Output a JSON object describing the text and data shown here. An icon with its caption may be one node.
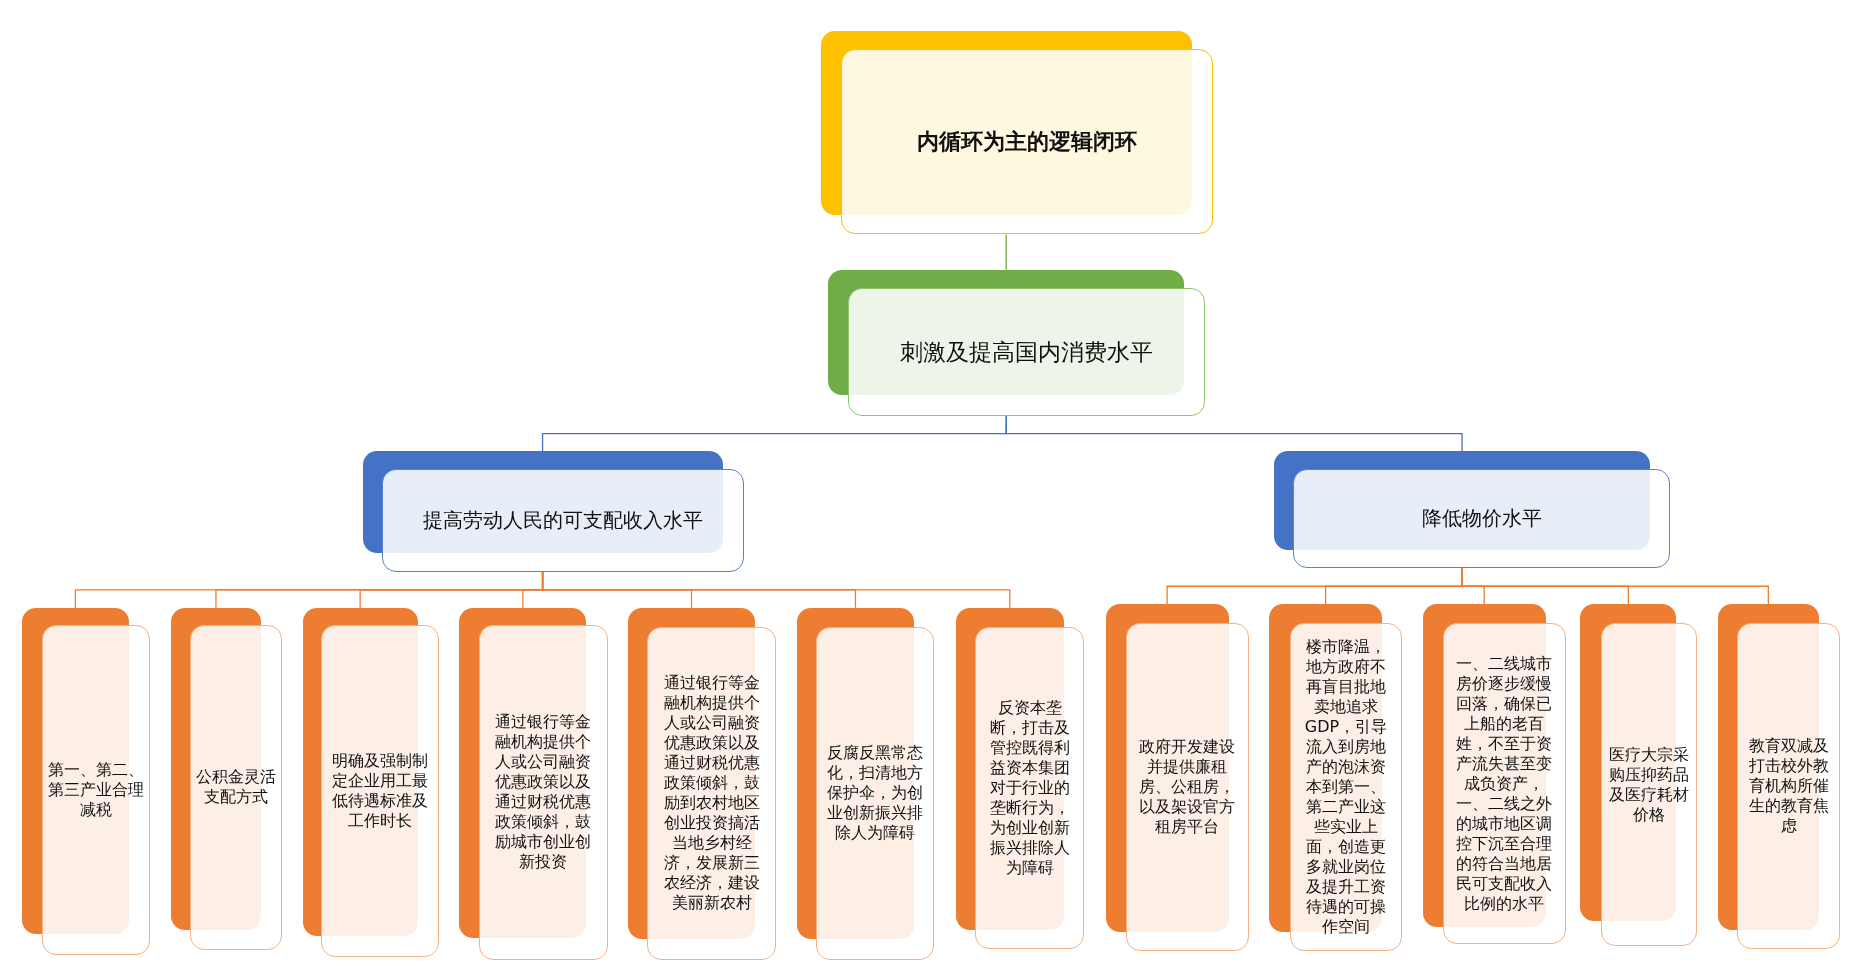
{
  "diagram": {
    "nodes": [
      {
        "text": [
          "内循环为主的逻辑闭环"
        ]
      },
      {
        "text": [
          "刺激及提高国内消费水平"
        ]
      },
      {
        "text": [
          "提高劳动人民的可支配收入水平"
        ]
      },
      {
        "text": [
          "降低物价水平"
        ]
      },
      {
        "text": [
          "第一、第二、第三产业合理减税"
        ]
      },
      {
        "text": [
          "公积金灵活支配方式"
        ]
      },
      {
        "text": [
          "明确及强制制定企业用工最低待遇标准及工作时长"
        ]
      },
      {
        "text": [
          "通过银行等金融机构提供个人或公司融资优惠政策以及通过财税优惠政策倾斜，鼓励城市创业创新投资"
        ]
      },
      {
        "text": [
          "通过银行等金融机构提供个人或公司融资优惠政策以及通过财税优惠政策倾斜，鼓励到农村地区创业投资搞活当地乡村经济，发展新三农经济，建设美丽新农村"
        ]
      },
      {
        "text": [
          "反腐反黑常态化，扫清地方保护伞，为创业创新振兴排除人为障碍"
        ]
      },
      {
        "text": [
          "反资本垄断，打击及管控既得利益资本集团对于行业的垄断行为，为创业创新振兴排除人为障碍"
        ]
      },
      {
        "text": [
          "政府开发建设并提供廉租房、公租房，以及架设官方租房平台"
        ]
      },
      {
        "text": [
          "楼市降温，地方政府不再盲目批地卖地追求GDP，引导流入到房地产的泡沫资本到第一、第二产业这些实业上面，创造更多就业岗位及提升工资待遇的可操作空间"
        ]
      },
      {
        "text": [
          "一、二线城市房价逐步缓慢回落，确保已上船的老百姓，不至于资产流失甚至变成负资产，一、二线之外的城市地区调控下沉至合理的符合当地居民可支配收入比例的水平"
        ]
      },
      {
        "text": [
          "医疗大宗采购压抑药品及医疗耗材价格"
        ]
      },
      {
        "text": [
          "教育双减及打击校外教育机构所催生的教育焦虑"
        ]
      }
    ],
    "edges": [
      {
        "from": 0,
        "to": 1,
        "arrow": "none",
        "color": "#70ad47"
      },
      {
        "from": 1,
        "to": 2,
        "arrow": "none",
        "color": "#4472c4"
      },
      {
        "from": 1,
        "to": 3,
        "arrow": "none",
        "color": "#4472c4"
      },
      {
        "from": 2,
        "to": 4,
        "arrow": "none"
      },
      {
        "from": 2,
        "to": 5,
        "arrow": "none"
      },
      {
        "from": 2,
        "to": 6,
        "arrow": "none"
      },
      {
        "from": 2,
        "to": 7,
        "arrow": "none"
      },
      {
        "from": 2,
        "to": 8,
        "arrow": "none"
      },
      {
        "from": 2,
        "to": 9,
        "arrow": "none"
      },
      {
        "from": 2,
        "to": 10,
        "arrow": "none"
      },
      {
        "from": 3,
        "to": 11,
        "arrow": "none"
      },
      {
        "from": 3,
        "to": 12,
        "arrow": "none"
      },
      {
        "from": 3,
        "to": 13,
        "arrow": "none"
      },
      {
        "from": 3,
        "to": 14,
        "arrow": "none"
      },
      {
        "from": 3,
        "to": 15,
        "arrow": "none"
      }
    ]
  }
}
